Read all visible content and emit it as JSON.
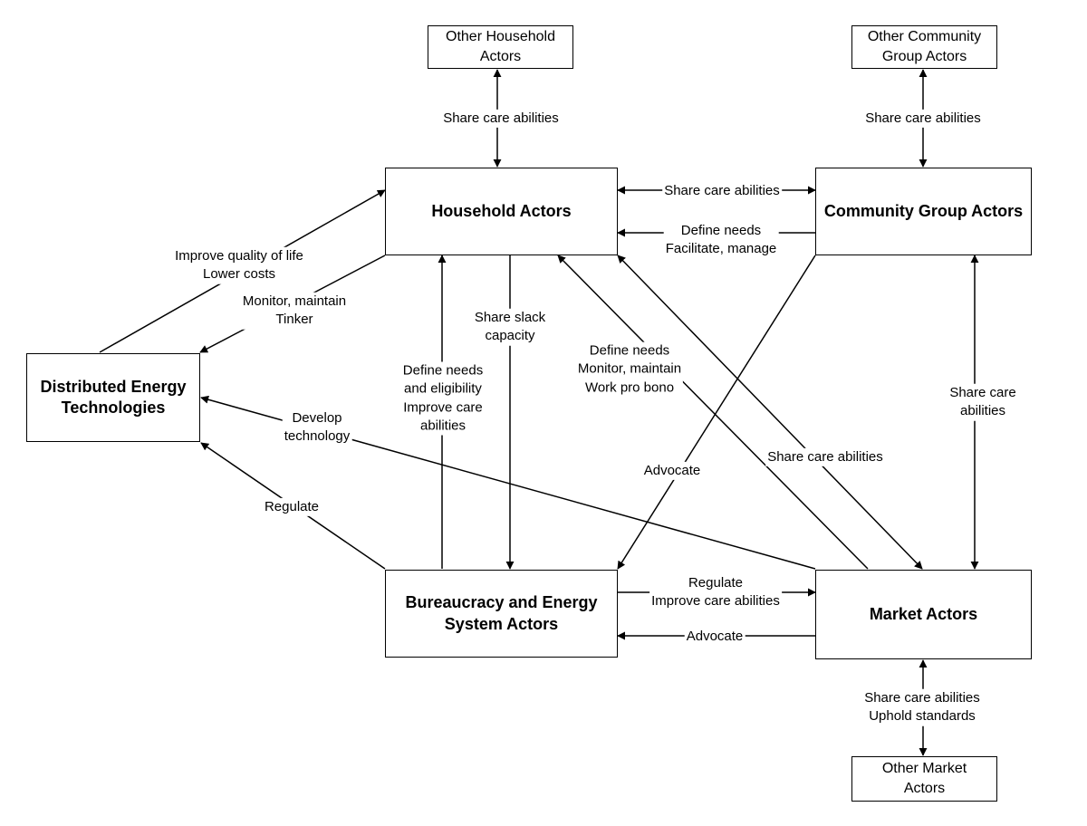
{
  "nodes": {
    "household": "Household Actors",
    "community": "Community Group Actors",
    "det": "Distributed Energy\nTechnologies",
    "bureaucracy": "Bureaucracy and Energy\nSystem Actors",
    "market": "Market Actors",
    "other_household": "Other Household\nActors",
    "other_community": "Other Community\nGroup Actors",
    "other_market": "Other Market\nActors"
  },
  "edges": {
    "other_household_share": "Share care abilities",
    "other_community_share": "Share care abilities",
    "household_community_share": "Share care abilities",
    "community_to_household": "Define needs\nFacilitate, manage",
    "det_to_household": "Improve quality of life\nLower costs",
    "household_to_det": "Monitor, maintain\nTinker",
    "household_to_bureaucracy": "Share slack\ncapacity",
    "bureaucracy_to_household": "Define needs\nand eligibility\nImprove care\nabilities",
    "market_to_household_a": "Define needs\nMonitor, maintain\nWork pro bono",
    "household_market_share": "Share care abilities",
    "community_market_share": "Share care abilities",
    "community_to_bureaucracy": "Advocate",
    "market_to_det": "Develop\ntechnology",
    "bureaucracy_to_det": "Regulate",
    "bureaucracy_to_market": "Regulate\nImprove care abilities",
    "market_to_bureaucracy": "Advocate",
    "other_market_share": "Share care abilities\nUphold standards"
  }
}
